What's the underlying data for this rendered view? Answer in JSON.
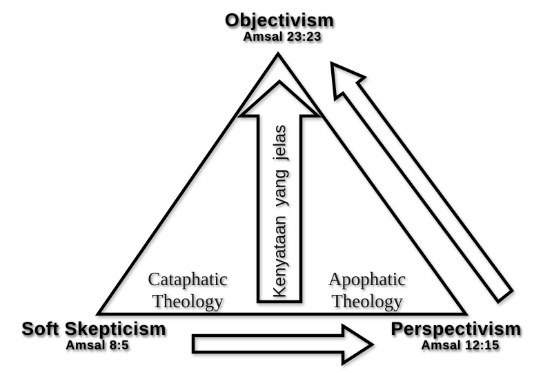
{
  "diagram": {
    "colors": {
      "background": "#ffffff",
      "stroke": "#000000"
    },
    "apex": {
      "label": "Objectivism",
      "reference": "Amsal 23:23"
    },
    "bottom_left": {
      "label": "Soft Skepticism",
      "reference": "Amsal 8:5"
    },
    "bottom_right": {
      "label": "Perspectivism",
      "reference": "Amsal 12:15"
    },
    "left_region": {
      "line1": "Cataphatic",
      "line2": "Theology"
    },
    "right_region": {
      "line1": "Apophatic",
      "line2": "Theology"
    },
    "center_arrow_label": "Kenyataan yang jelas"
  }
}
